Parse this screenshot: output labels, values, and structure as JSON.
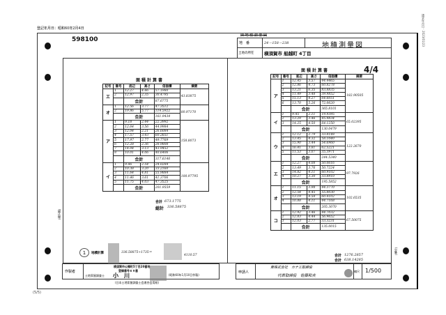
{
  "header": {
    "registered_date": "登記年月日：昭和60年2月4日",
    "doc_number": "598100",
    "title": "地積測量図",
    "strike_label": "旧 地 積 測 量 図",
    "chiban_label": "地　番",
    "chiban_value": "24－158－238",
    "location_label": "土地の所在",
    "location_value": "横須賀市 船越町 4丁目",
    "page_fraction": "4/4"
  },
  "side_text": "請求年月日：2023/01/23",
  "left_table": {
    "title": "面積計算書",
    "headers": [
      "記号",
      "番号",
      "底辺",
      "高さ",
      "倍面積",
      "摘要"
    ],
    "groups": [
      {
        "symbol": "エ",
        "rows": [
          [
            "1",
            "12.27",
            "4.46",
            "57.1980"
          ],
          [
            "2",
            "12.97",
            "2.35",
            "30.4795"
          ]
        ],
        "total": "87.6775",
        "note": "43.83875"
      },
      {
        "symbol": "オ",
        "rows": [
          [
            "1",
            "12.56",
            "3.77",
            "47.3512"
          ],
          [
            "2",
            "19.86",
            "5.77",
            "114.5922"
          ]
        ],
        "total": "161.9434",
        "note": "80.97170"
      },
      {
        "symbol": "ア",
        "rows": [
          [
            "1",
            "9.18",
            "2.44",
            "22.3992"
          ],
          [
            "2",
            "12.64",
            "3.56",
            "44.9984"
          ],
          [
            "3",
            "12.04",
            "2.21",
            "26.6084"
          ],
          [
            "4",
            "17.57",
            "3.43",
            "60.2651"
          ],
          [
            "5",
            "17.97",
            "2.77",
            "49.7769"
          ],
          [
            "6",
            "12.28",
            "2.36",
            "28.9808"
          ],
          [
            "7",
            "14.04",
            "3.13",
            "43.9452"
          ],
          [
            "8",
            "10.01",
            "4.06",
            "40.6406"
          ]
        ],
        "total": "317.6146",
        "note": "158.8073"
      },
      {
        "symbol": "イ",
        "rows": [
          [
            "1",
            "9.46",
            "2.54",
            "24.0284"
          ],
          [
            "2",
            "10.38",
            "3.20",
            "33.2160"
          ],
          [
            "3",
            "11.64",
            "4.81",
            "55.9884"
          ],
          [
            "4",
            "11.46",
            "3.61",
            "41.3706"
          ],
          [
            "5",
            "11.75",
            "4.03",
            "47.3525"
          ]
        ],
        "total": "201.9559",
        "note": "100.97795"
      }
    ],
    "sum_label": "合計",
    "sum_value": "673.1775",
    "grand_label": "総計",
    "grand_value": "336.58875",
    "total_word": "合計"
  },
  "right_table": {
    "title": "面積計算書",
    "headers": [
      "記号",
      "番号",
      "底辺",
      "高さ",
      "倍面積",
      "摘要"
    ],
    "groups": [
      {
        "symbol": "ア",
        "rows": [
          [
            "1",
            "12.45",
            "3.57",
            "44.4465"
          ],
          [
            "2",
            "12.86",
            "4.73",
            "60.8278"
          ],
          [
            "3",
            "13.21",
            "6.35",
            "83.8835"
          ],
          [
            "4",
            "11.49",
            "3.48",
            "39.9852"
          ],
          [
            "5",
            "15.13",
            "4.27",
            "64.6051"
          ],
          [
            "6",
            "13.70",
            "5.26",
            "72.0620"
          ]
        ],
        "total": "365.8101",
        "note": "182.90505"
      },
      {
        "symbol": "イ",
        "rows": [
          [
            "1",
            "9.45",
            "2.11",
            "19.9395"
          ],
          [
            "2",
            "13.29",
            "3.46",
            "45.9834"
          ],
          [
            "3",
            "14.25",
            "4.50",
            "64.1250"
          ]
        ],
        "total": "130.0479",
        "note": "65.02395"
      },
      {
        "symbol": "ウ",
        "rows": [
          [
            "1",
            "12.12",
            "2.79",
            "33.8148"
          ],
          [
            "2",
            "13.45",
            "4.32",
            "58.1040"
          ],
          [
            "3",
            "15.90",
            "3.44",
            "54.6960"
          ],
          [
            "4",
            "16.41",
            "3.81",
            "62.5221"
          ],
          [
            "5",
            "11.53",
            "3.07",
            "35.3971"
          ]
        ],
        "total": "244.5340",
        "note": "122.2670"
      },
      {
        "symbol": "エ",
        "rows": [
          [
            "1",
            "12.27",
            "4.08",
            "50.0616"
          ],
          [
            "2",
            "13.49",
            "3.76",
            "50.7224"
          ],
          [
            "3",
            "14.82",
            "4.11",
            "60.9102"
          ],
          [
            "4",
            "10.27",
            "3.30",
            "33.8910"
          ]
        ],
        "total": "195.5852",
        "note": "97.7926"
      },
      {
        "symbol": "オ",
        "rows": [
          [
            "1",
            "11.15",
            "3.98",
            "44.3770"
          ],
          [
            "2",
            "12.54",
            "4.45",
            "55.8030"
          ],
          [
            "3",
            "13.19",
            "4.58",
            "60.4102"
          ],
          [
            "4",
            "10.88",
            "4.11",
            "44.7168"
          ]
        ],
        "total": "205.3070",
        "note": "102.6535"
      },
      {
        "symbol": "コ",
        "rows": [
          [
            "1",
            "12.92",
            "3.46",
            "44.7032"
          ],
          [
            "2",
            "12.83",
            "4.44",
            "56.9652"
          ],
          [
            "3",
            "12.03",
            "2.77",
            "33.3231"
          ]
        ],
        "total": "135.0015",
        "note": "67.50075"
      }
    ],
    "sum_label": "合計",
    "sum_value": "1276.2857",
    "grand_label": "合計",
    "grand_value": "638.14285",
    "total_word": "合計"
  },
  "footer": {
    "circle_number": "1",
    "seki_label": "地積計算",
    "seki_value": "336.58875÷1735＝",
    "seki_result": "4110.57",
    "maker_label": "作製者",
    "maker_address": "横須賀市公郷町5丁目20番地",
    "maker_reg": "登録番号６９番",
    "maker_title": "土地家屋調査士",
    "maker_name": "小　川",
    "maker_date": "(昭和60年1月10日作製)",
    "union_note": "(日本土地家屋調査士会連合会用紙)",
    "applicant_label": "申請人",
    "applicant_line1": "東株式会社　カナエ取締役",
    "applicant_line2": "代表取締役　佐藤和夫",
    "scale_label": "縮尺",
    "scale_value": "1/500",
    "left_margin": "(綴込線)",
    "right_margin": "(分筆)"
  },
  "page_number": "(5/5)"
}
